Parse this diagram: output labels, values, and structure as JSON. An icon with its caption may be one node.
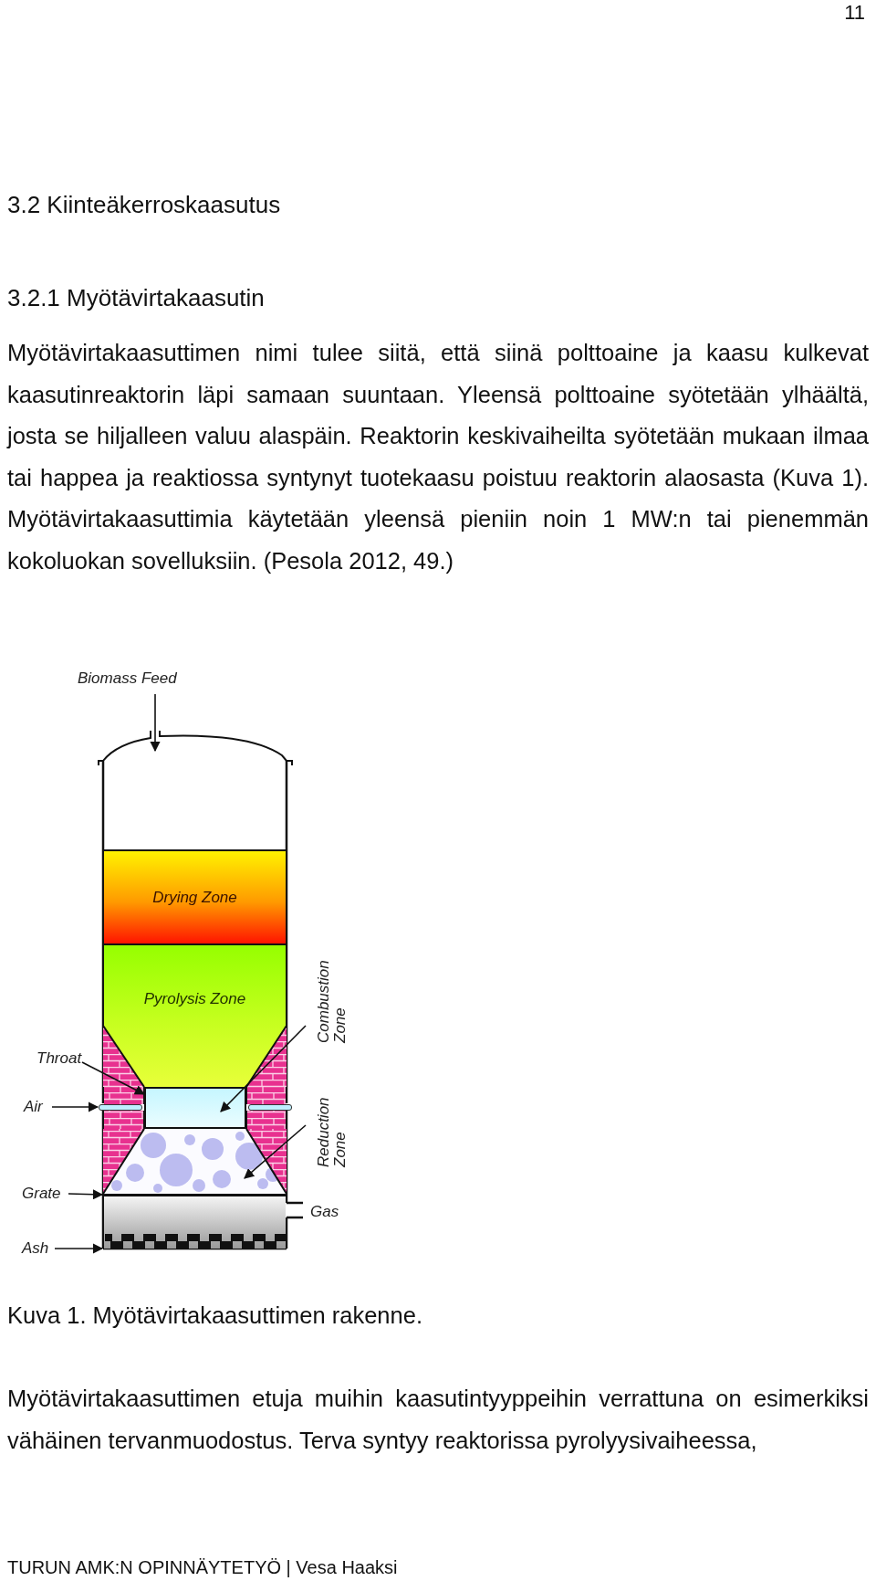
{
  "diagram": {
    "caption": "Kuva 1. Myötävirtakaasuttimen rakenne.",
    "nodes": [
      {
        "text": [
          "Biomass Feed"
        ]
      },
      {
        "text": [],
        "shape": "cylinder"
      },
      {
        "text": [
          "Drying Zone"
        ],
        "in": 1
      },
      {
        "text": [
          "Pyrolysis Zone"
        ],
        "in": 1
      },
      {
        "text": [
          "Throat"
        ]
      },
      {
        "text": [
          "Combustion Zone"
        ]
      },
      {
        "text": [],
        "shape": "box",
        "in": 1
      },
      {
        "text": [
          "Air"
        ]
      },
      {
        "text": [
          "Reduction Zone"
        ]
      },
      {
        "text": [],
        "shape": "box",
        "in": 1
      },
      {
        "text": [
          "Grate"
        ]
      },
      {
        "text": [],
        "shape": "box",
        "in": 1
      },
      {
        "text": [
          "Ash"
        ]
      },
      {
        "text": [],
        "shape": "bar",
        "in": 1
      },
      {
        "text": [],
        "shape": "bar",
        "in": 1
      },
      {
        "text": [],
        "shape": "bar",
        "in": 1
      }
    ],
    "edges": [
      {
        "from": 0,
        "to": 1,
        "arrow": "to"
      },
      {
        "from": 4,
        "to": 6,
        "arrow": "to"
      },
      {
        "from": 5,
        "to": 6,
        "arrow": "to"
      },
      {
        "from": 7,
        "to": 13,
        "arrow": "to"
      },
      {
        "from": 8,
        "to": 9,
        "arrow": "to"
      },
      {
        "from": 10,
        "to": 14,
        "arrow": "to"
      },
      {
        "from": 12,
        "to": 11,
        "arrow": "to"
      }
    ],
    "labels": [
      "11",
      "3.2 Kiinteäkerroskaasutus",
      "3.2.1 Myötävirtakaasutin",
      "Myötävirtakaasuttimen nimi tulee siitä, että siinä polttoaine ja kaasu kulkevat kaasutinreaktorin läpi samaan suuntaan. Yleensä polttoaine syötetään ylhäältä, josta se hiljalleen valuu alaspäin. Reaktorin keskivaiheilta syötetään mukaan ilmaa tai happea ja reaktiossa syntynyt tuotekaasu poistuu reaktorin alaosasta (Kuva 1). Myötävirtakaasuttimia käytetään yleensä pieniin noin 1 MW:n tai pienemmän kokoluokan sovelluksiin. (Pesola 2012, 49.)",
      "Gas",
      "Myötävirtakaasuttimen etuja muihin kaasutintyyppeihin verrattuna on esimerkiksi vähäinen tervanmuodostus. Terva syntyy reaktorissa pyrolyysivaiheessa,",
      "TURUN AMK:N OPINNÄYTETYÖ | Vesa Haaksi"
    ]
  }
}
